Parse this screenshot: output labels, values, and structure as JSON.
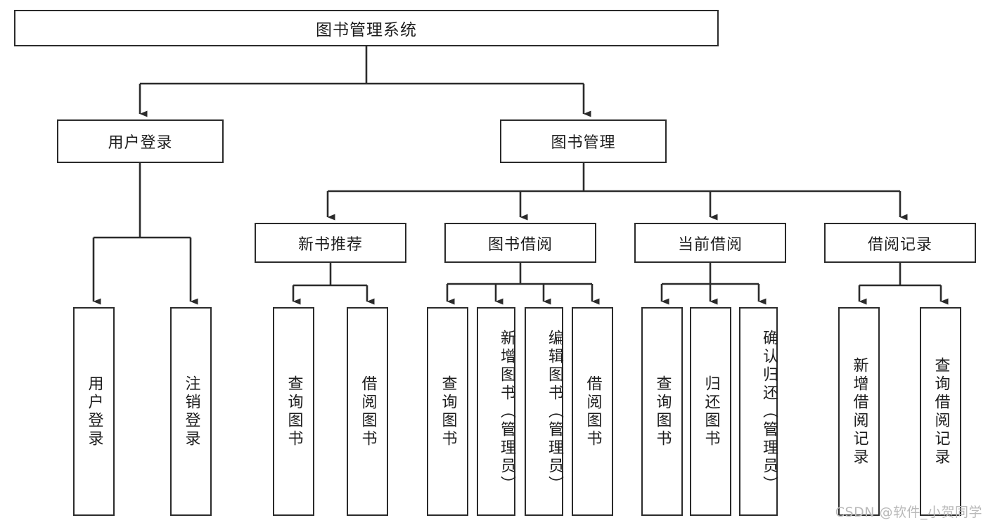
{
  "diagram": {
    "type": "tree-hierarchy",
    "title": "图书管理系统",
    "watermark": "CSDN @软件_小贺同学",
    "colors": {
      "stroke": "#2b2b2b",
      "fill": "#ffffff",
      "text": "#1d1d1d",
      "watermark": "#b9b9b9"
    },
    "nodes": {
      "root": {
        "label": "图书管理系统",
        "level": 1
      },
      "l2": [
        {
          "id": "user-login",
          "label": "用户登录",
          "level": 2
        },
        {
          "id": "book-manage",
          "label": "图书管理",
          "level": 2
        }
      ],
      "l3": [
        {
          "id": "new-book-rec",
          "label": "新书推荐",
          "level": 3
        },
        {
          "id": "book-borrow",
          "label": "图书借阅",
          "level": 3
        },
        {
          "id": "current-borrow",
          "label": "当前借阅",
          "level": 3
        },
        {
          "id": "borrow-record",
          "label": "借阅记录",
          "level": 3
        }
      ],
      "leaves": {
        "user-login": [
          {
            "id": "leaf-user-login",
            "label": "用户登录"
          },
          {
            "id": "leaf-logout",
            "label": "注销登录"
          }
        ],
        "new-book-rec": [
          {
            "id": "leaf-query-book-1",
            "label": "查询图书"
          },
          {
            "id": "leaf-borrow-book-1",
            "label": "借阅图书"
          }
        ],
        "book-borrow": [
          {
            "id": "leaf-query-book-2",
            "label": "查询图书"
          },
          {
            "id": "leaf-add-book",
            "label": "新增图书（管理员）"
          },
          {
            "id": "leaf-edit-book",
            "label": "编辑图书（管理员）"
          },
          {
            "id": "leaf-borrow-book-2",
            "label": "借阅图书"
          }
        ],
        "current-borrow": [
          {
            "id": "leaf-query-book-3",
            "label": "查询图书"
          },
          {
            "id": "leaf-return-book",
            "label": "归还图书"
          },
          {
            "id": "leaf-confirm-return",
            "label": "确认归还（管理员）"
          }
        ],
        "borrow-record": [
          {
            "id": "leaf-add-record",
            "label": "新增借阅记录"
          },
          {
            "id": "leaf-query-record",
            "label": "查询借阅记录"
          }
        ]
      }
    }
  }
}
